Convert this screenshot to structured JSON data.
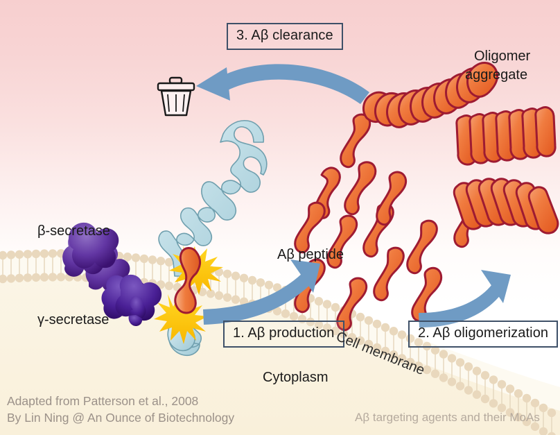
{
  "figure": {
    "title_alt": "Amyloid beta production, oligomerization and clearance",
    "background_top_color": "#f7cfcf",
    "cytoplasm_color": "#faf2df",
    "membrane_head_color": "#e8d5b8",
    "arrow_color": "#6f9bc4",
    "secretase_color": "#5b2d8e",
    "peptide_color": "#ef6a38",
    "peptide_outline_color": "#9e1b32",
    "app_color": "#bcdce4",
    "burst_color": "#fdc607",
    "box_border_color": "#3e5068"
  },
  "steps": [
    {
      "id": "step3",
      "label": "3. Aβ clearance"
    },
    {
      "id": "step1",
      "label": "1. Aβ production"
    },
    {
      "id": "step2",
      "label": "2. Aβ oligomerization"
    }
  ],
  "labels": {
    "beta_secretase": "β-secretase",
    "gamma_secretase": "γ-secretase",
    "ab_peptide": "Aβ peptide",
    "oligomer_aggregate_line1": "Oligomer",
    "oligomer_aggregate_line2": "aggregate",
    "cell_membrane": "Cell membrane",
    "cytoplasm": "Cytoplasm"
  },
  "credits": {
    "line1": "Adapted from Patterson et al., 2008",
    "line2": "By Lin Ning @ An Ounce of Biotechnology",
    "corner": "Aβ targeting agents and their MoAs"
  },
  "icons": {
    "trash": "trash-bin-icon",
    "arrow_clearance": "curved-arrow-left-icon",
    "arrow_production": "curved-arrow-up-right-icon",
    "arrow_oligomerization": "curved-arrow-up-right-icon"
  }
}
